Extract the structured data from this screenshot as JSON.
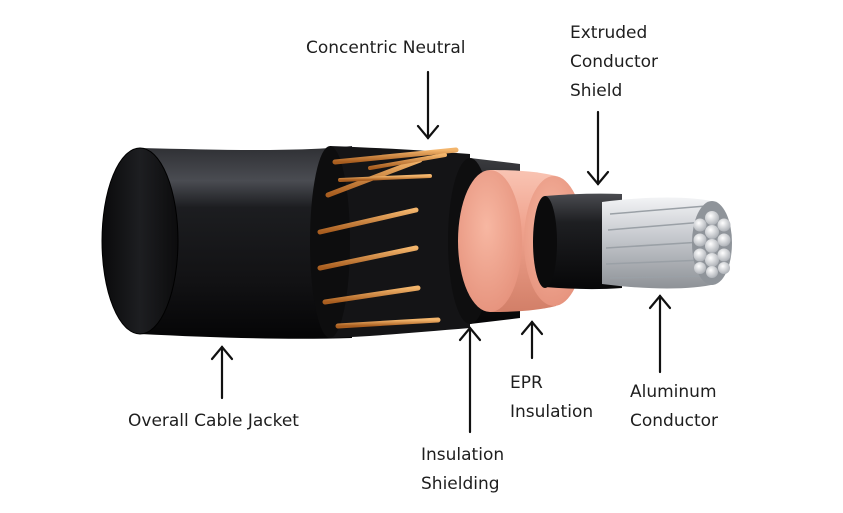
{
  "labels": {
    "concentric_neutral": "Concentric Neutral",
    "extruded_conductor_shield": [
      "Extruded",
      "Conductor",
      "Shield"
    ],
    "overall_cable_jacket": "Overall Cable Jacket",
    "insulation_shielding": [
      "Insulation",
      "Shielding"
    ],
    "epr_insulation": [
      "EPR",
      "Insulation"
    ],
    "aluminum_conductor": [
      "Aluminum",
      "Conductor"
    ]
  },
  "colors": {
    "background": "#ffffff",
    "jacket": "#1b1b1d",
    "neutral_wire": "#c9782f",
    "epr_insulation": "#f0a38e",
    "aluminum": "#c9ccd0",
    "arrow": "#111111",
    "text": "#1e1e1e"
  }
}
